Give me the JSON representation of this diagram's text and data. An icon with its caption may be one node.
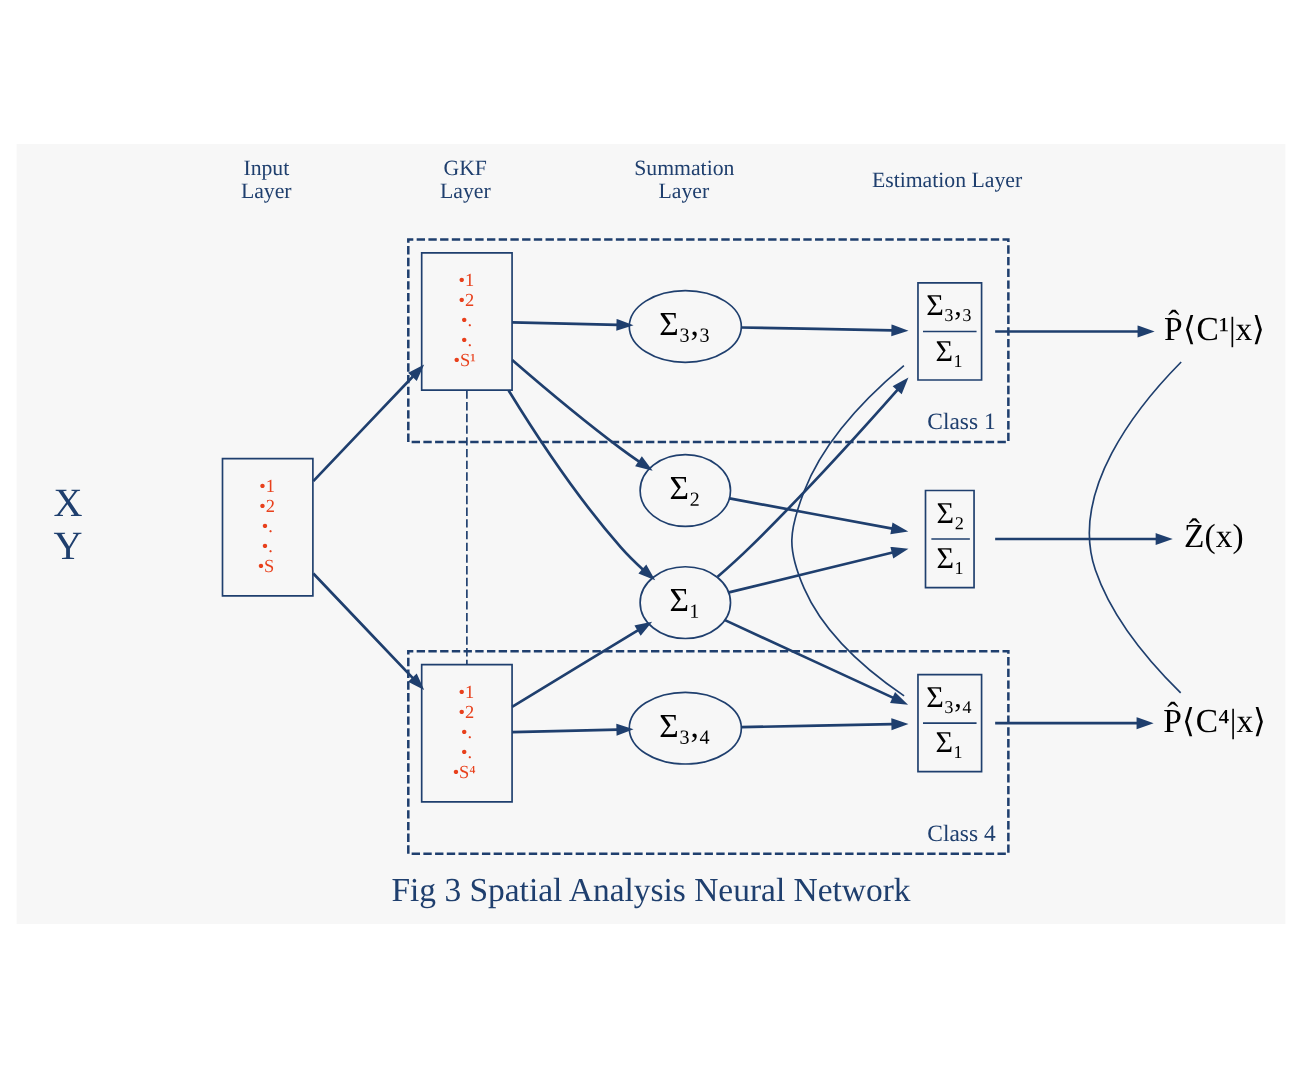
{
  "diagram": {
    "caption": "Fig 3 Spatial Analysis Neural Network",
    "nodes": [
      {
        "text": [
          "Class 1"
        ]
      },
      {
        "text": [
          "Class 4"
        ]
      },
      {
        "text": [
          "•1 •2 •. •. •S"
        ]
      },
      {
        "text": [
          "•1 •2 •. •. •S¹"
        ],
        "in": 0
      },
      {
        "text": [
          "•1 •2 •. •. •S⁴"
        ],
        "in": 1
      },
      {
        "text": [
          "Σ₂"
        ]
      },
      {
        "text": [
          "Σ₃,₃"
        ],
        "in": 0
      },
      {
        "text": [
          "Σ₁"
        ]
      },
      {
        "text": [
          "Σ₃,₄"
        ],
        "in": 1
      },
      {
        "text": [
          "Σ₂",
          "Σ₁"
        ]
      },
      {
        "text": [
          "Σ₃,₃",
          "Σ₁"
        ],
        "in": 0
      },
      {
        "text": [
          "Σ₃,₄",
          "Σ₁"
        ],
        "in": 1
      },
      {
        "text": [
          "Ẑ(x)"
        ]
      },
      {
        "text": [
          "P̂⟨C¹|x⟩"
        ]
      },
      {
        "text": [
          "P̂⟨C⁴|x⟩"
        ]
      }
    ],
    "edges": [
      {
        "from": 2,
        "to": 3,
        "arrow": "to"
      },
      {
        "from": 2,
        "to": 4,
        "arrow": "to"
      },
      {
        "from": 3,
        "to": 5,
        "arrow": "to"
      },
      {
        "from": 3,
        "to": 6,
        "arrow": "to"
      },
      {
        "from": 3,
        "to": 7,
        "arrow": "to"
      },
      {
        "from": 4,
        "to": 7,
        "arrow": "to"
      },
      {
        "from": 4,
        "to": 8,
        "arrow": "to"
      },
      {
        "from": 3,
        "to": 4,
        "arrow": "none",
        "style": "dashed"
      },
      {
        "from": 5,
        "to": 9,
        "arrow": "to"
      },
      {
        "from": 7,
        "to": 9,
        "arrow": "to"
      },
      {
        "from": 6,
        "to": 10,
        "arrow": "to"
      },
      {
        "from": 7,
        "to": 10,
        "arrow": "to"
      },
      {
        "from": 8,
        "to": 11,
        "arrow": "to"
      },
      {
        "from": 7,
        "to": 11,
        "arrow": "to"
      },
      {
        "from": 10,
        "to": 11,
        "arrow": "none"
      },
      {
        "from": 9,
        "to": 12,
        "arrow": "to"
      },
      {
        "from": 10,
        "to": 13,
        "arrow": "to"
      },
      {
        "from": 11,
        "to": 14,
        "arrow": "to"
      },
      {
        "from": 13,
        "to": 14,
        "arrow": "none"
      }
    ],
    "labels": [
      "Input Layer",
      "GKF Layer",
      "Summation Layer",
      "Estimation Layer",
      "X Y"
    ]
  }
}
